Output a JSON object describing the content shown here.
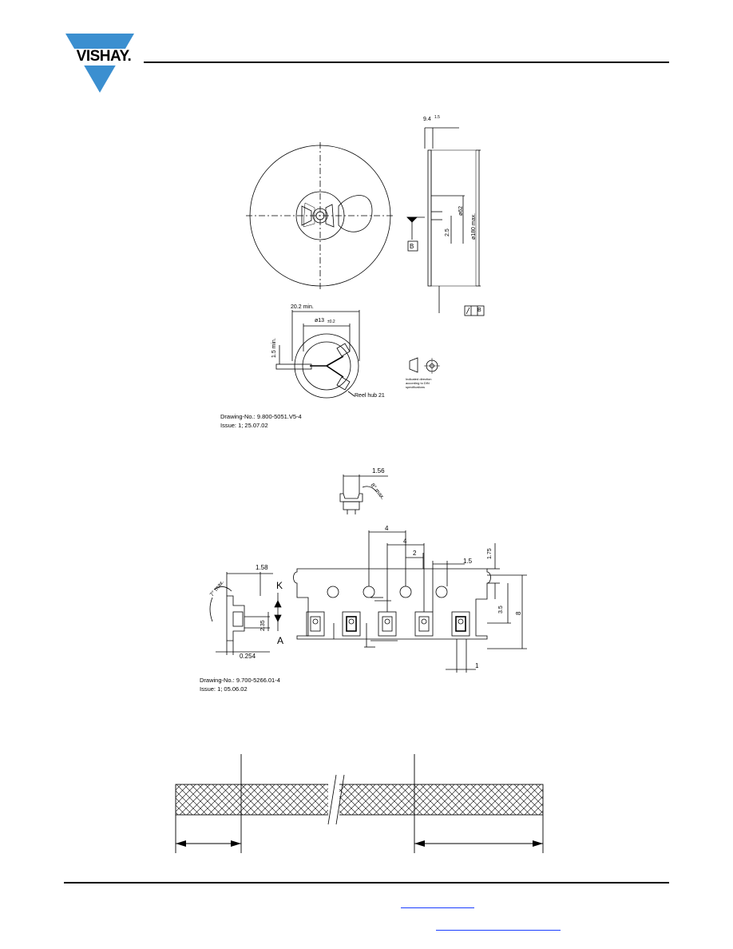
{
  "header": {
    "logo_text": "VISHAY."
  },
  "colors": {
    "logo_blue": "#3B8FD0",
    "link_blue": "#1a3dff"
  },
  "reel_drawing": {
    "dim_top": "9.4",
    "dim_top_tol": "1.5",
    "dim_hub": "ø62",
    "dim_outer": "ø180 max.",
    "dim_small": "2.5",
    "datum": "B",
    "flat_label": "B",
    "hub_width": "20.2 min.",
    "hub_bore": "ø13",
    "hub_bore_tol": "±0.2",
    "hub_depth": "1.5 min.",
    "projection_note": "Indicated direction according to DIN specifications",
    "reel_hub_label": "Reel hub  21",
    "drawing_no": "Drawing-No.: 9.800-5051.V5-4",
    "issue": "Issue: 1;  25.07.02"
  },
  "tape_drawing": {
    "dim_156": "1.56",
    "angle_top": "8° max.",
    "dim_4a": "4",
    "dim_4b": "4",
    "dim_2": "2",
    "dim_15": "1.5",
    "dim_175": "1.75",
    "dim_158": "1.58",
    "angle_left": "7° max.",
    "label_k": "K",
    "label_a": "A",
    "dim_235": "2.35",
    "dim_35": "3.5",
    "dim_8": "8",
    "dim_0254": "0.254",
    "dim_1": "1",
    "drawing_no": "Drawing-No.: 9.700-5266.01-4",
    "issue": "Issue: 1;  05.06.02"
  }
}
